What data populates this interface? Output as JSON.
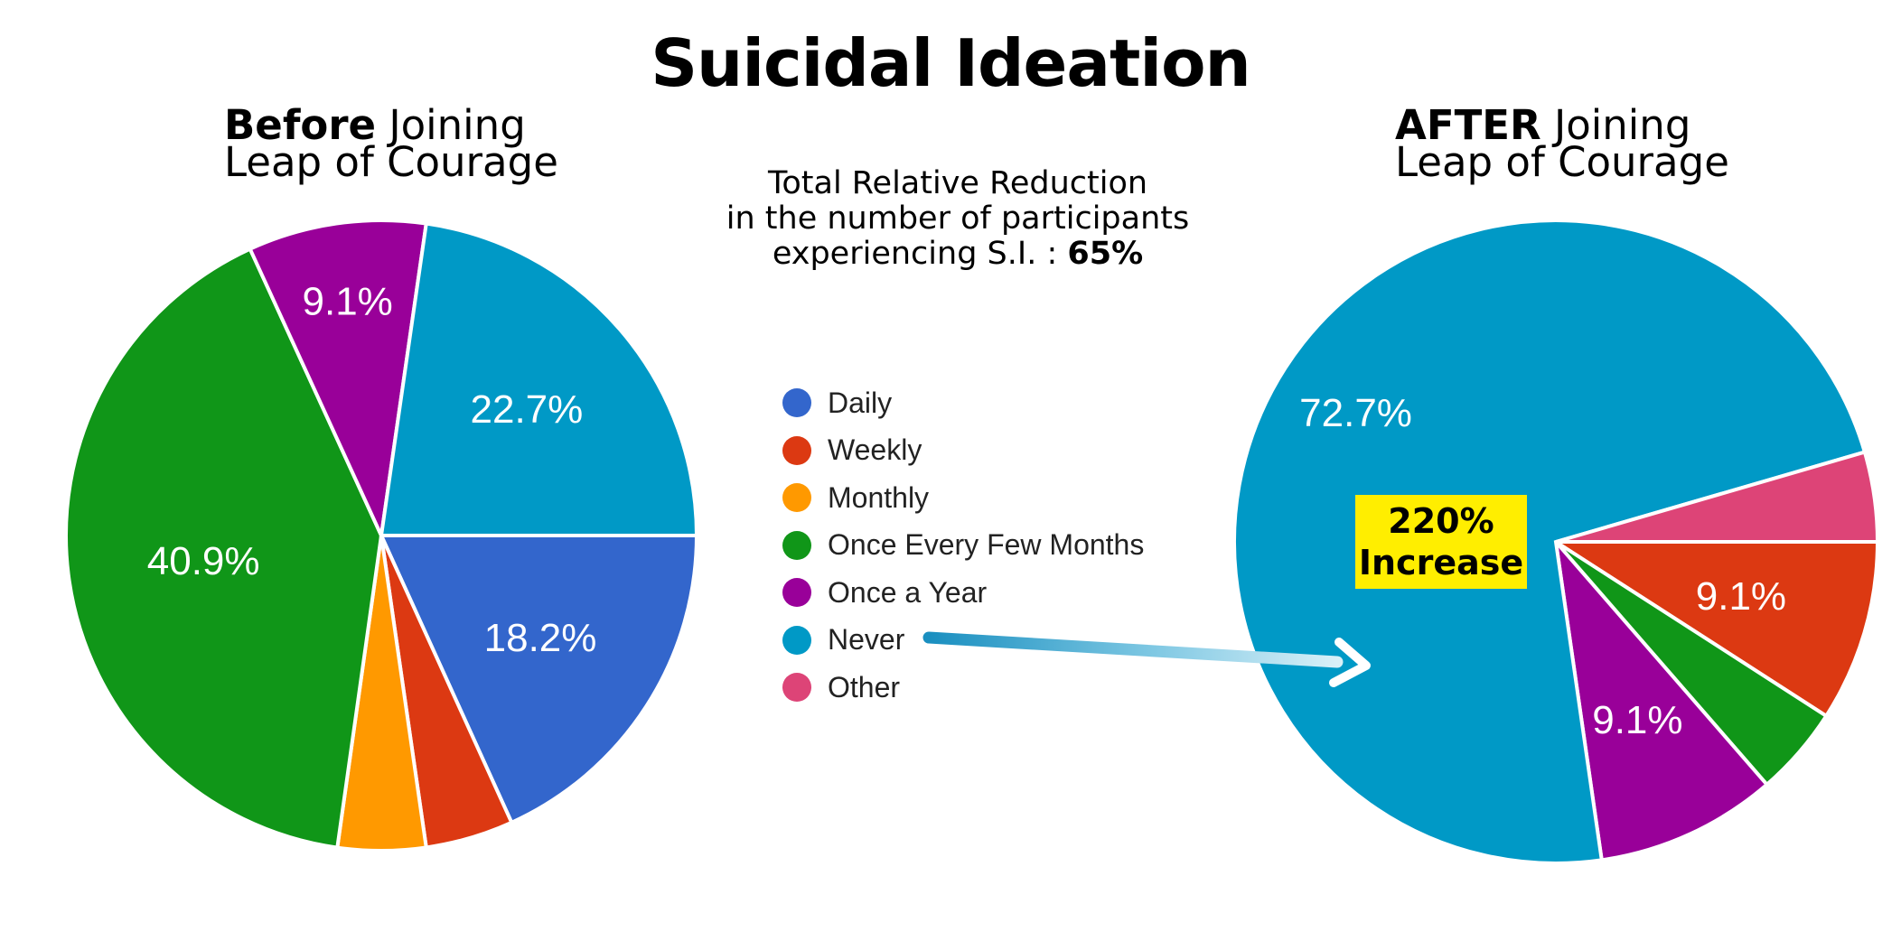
{
  "title": "Suicidal Ideation",
  "before_heading": {
    "bold": "Before",
    "rest": "Joining",
    "line2": "Leap of Courage"
  },
  "after_heading": {
    "bold": "AFTER",
    "rest": "Joining",
    "line2": "Leap of Courage"
  },
  "center_note": {
    "line1": "Total Relative Reduction",
    "line2": "in the number of participants",
    "line3_prefix": "experiencing S.I. :",
    "line3_value": "65%"
  },
  "badge": {
    "line1": "220%",
    "line2": "Increase"
  },
  "legend": [
    {
      "label": "Daily",
      "color": "#3366cc"
    },
    {
      "label": "Weekly",
      "color": "#dc3912"
    },
    {
      "label": "Monthly",
      "color": "#ff9900"
    },
    {
      "label": "Once Every Few Months",
      "color": "#109618"
    },
    {
      "label": "Once a Year",
      "color": "#990099"
    },
    {
      "label": "Never",
      "color": "#0099c6"
    },
    {
      "label": "Other",
      "color": "#dd4477"
    }
  ],
  "chart_data": [
    {
      "type": "pie",
      "title": "Before Joining Leap of Courage",
      "slices": [
        {
          "category": "Daily",
          "value": 18.2,
          "label": "18.2%"
        },
        {
          "category": "Weekly",
          "value": 4.5,
          "label": ""
        },
        {
          "category": "Monthly",
          "value": 4.5,
          "label": ""
        },
        {
          "category": "Once Every Few Months",
          "value": 40.9,
          "label": "40.9%"
        },
        {
          "category": "Once a Year",
          "value": 9.1,
          "label": "9.1%"
        },
        {
          "category": "Never",
          "value": 22.7,
          "label": "22.7%"
        }
      ]
    },
    {
      "type": "pie",
      "title": "AFTER Joining Leap of Courage",
      "slices": [
        {
          "category": "Weekly",
          "value": 9.1,
          "label": "9.1%"
        },
        {
          "category": "Once Every Few Months",
          "value": 4.5,
          "label": ""
        },
        {
          "category": "Once a Year",
          "value": 9.1,
          "label": "9.1%"
        },
        {
          "category": "Never",
          "value": 72.7,
          "label": "72.7%"
        },
        {
          "category": "Other",
          "value": 4.5,
          "label": ""
        }
      ]
    }
  ]
}
